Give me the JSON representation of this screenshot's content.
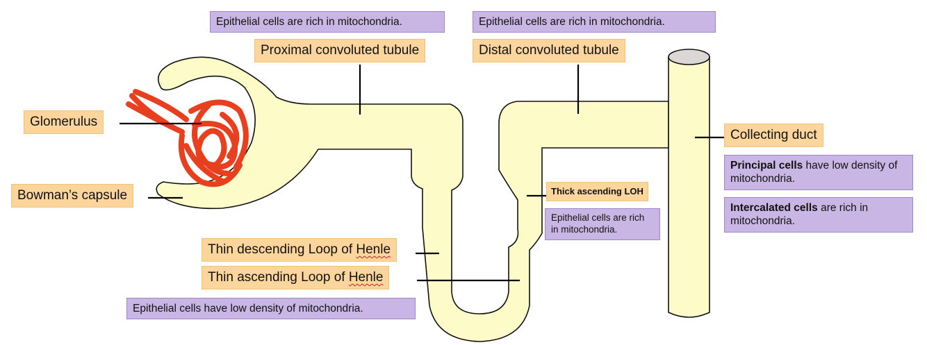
{
  "labels": {
    "glomerulus": "Glomerulus",
    "bowmans_capsule": "Bowman’s capsule",
    "proximal_tubule": "Proximal convoluted tubule",
    "distal_tubule": "Distal convoluted tubule",
    "collecting_duct": "Collecting duct",
    "thick_ascending": "Thick ascending LOH",
    "thin_descending_prefix": "Thin descending Loop of ",
    "thin_descending_word": "Henle",
    "thin_ascending_prefix": "Thin ascending Loop of ",
    "thin_ascending_word": "Henle"
  },
  "notes": {
    "proximal": "Epithelial cells are rich in mitochondria.",
    "distal": "Epithelial cells are rich in mitochondria.",
    "thick_ascending": "Epithelial cells are rich in mitochondria.",
    "thin_loop": "Epithelial cells have low density of mitochondria.",
    "principal_bold": "Principal cells",
    "principal_rest": " have low density of mitochondria.",
    "intercalated_bold": "Intercalated cells",
    "intercalated_rest": " are rich in mitochondria."
  },
  "colors": {
    "tubule_fill": "#fdfbc8",
    "glomerulus": "#e8401f",
    "label_box": "#fbd59b",
    "note_box": "#c9b6e4"
  }
}
